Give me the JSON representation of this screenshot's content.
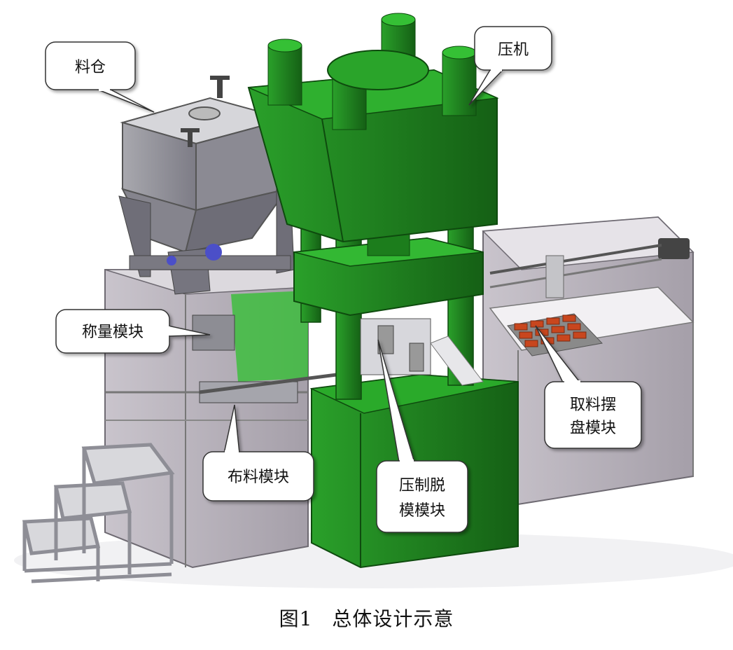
{
  "callouts": [
    {
      "id": "hopper",
      "lines": [
        "料仓"
      ]
    },
    {
      "id": "press",
      "lines": [
        "压机"
      ]
    },
    {
      "id": "weigh",
      "lines": [
        "称量模块"
      ]
    },
    {
      "id": "spread",
      "lines": [
        "布料模块"
      ]
    },
    {
      "id": "demold",
      "lines": [
        "压制脱",
        "模模块"
      ]
    },
    {
      "id": "pick",
      "lines": [
        "取料摆",
        "盘模块"
      ]
    }
  ],
  "caption": {
    "number": "图1",
    "title": "总体设计示意"
  },
  "colors": {
    "press_green": "#1f8a1f",
    "press_dark": "#156015",
    "frame_gray": "#9a9aa2",
    "panel_gray": "#b9b4bc",
    "tray_red": "#c8461e"
  }
}
